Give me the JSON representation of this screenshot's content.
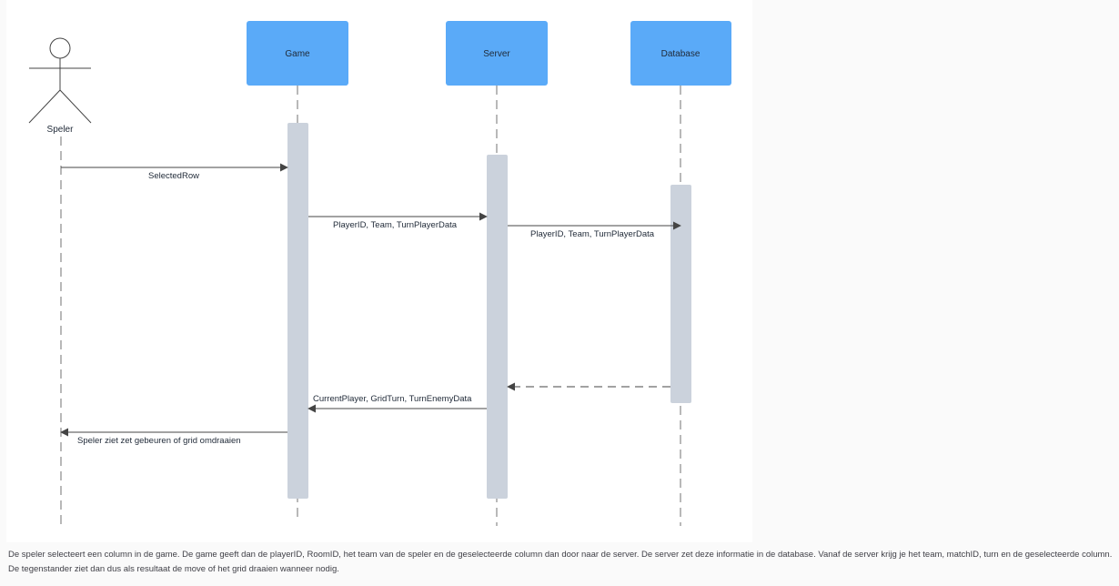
{
  "diagram": {
    "actor": {
      "label": "Speler"
    },
    "participants": [
      {
        "id": "game",
        "label": "Game"
      },
      {
        "id": "server",
        "label": "Server"
      },
      {
        "id": "database",
        "label": "Database"
      }
    ],
    "messages": [
      {
        "from": "Speler",
        "to": "Game",
        "label": "SelectedRow",
        "style": "solid"
      },
      {
        "from": "Game",
        "to": "Server",
        "label": "PlayerID, Team, TurnPlayerData",
        "style": "solid"
      },
      {
        "from": "Server",
        "to": "Database",
        "label": "PlayerID, Team, TurnPlayerData",
        "style": "solid"
      },
      {
        "from": "Database",
        "to": "Server",
        "label": "",
        "style": "dashed"
      },
      {
        "from": "Server",
        "to": "Game",
        "label": "CurrentPlayer, GridTurn, TurnEnemyData",
        "style": "solid"
      },
      {
        "from": "Game",
        "to": "Speler",
        "label": "Speler ziet zet gebeuren of grid omdraaien",
        "style": "solid"
      }
    ],
    "colors": {
      "participant_fill": "#5aaaf8",
      "activation_fill": "#cbd2dc",
      "line": "#555555",
      "lifeline": "#8a8a8a"
    }
  },
  "caption": "De speler selecteert een column in de game. De game geeft dan de playerID, RoomID, het team van de speler en de geselecteerde column dan door naar de server. De server zet deze informatie in de database. Vanaf de server krijg je het team, matchID, turn en de geselecteerde column. De tegenstander ziet dan dus als resultaat de move of het grid draaien wanneer nodig."
}
